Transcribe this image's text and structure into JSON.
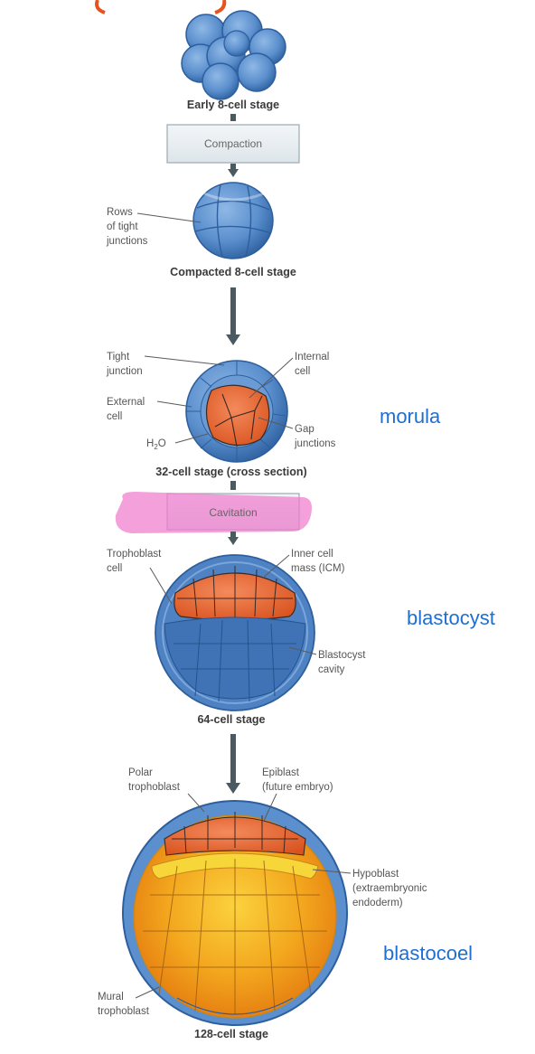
{
  "stages": {
    "early_8": "Early 8-cell stage",
    "compacted_8": "Compacted 8-cell stage",
    "cell_32": "32-cell stage (cross section)",
    "cell_64": "64-cell stage",
    "cell_128": "128-cell stage"
  },
  "processes": {
    "compaction": "Compaction",
    "cavitation": "Cavitation"
  },
  "labels": {
    "rows_tight_junctions": [
      "Rows",
      "of tight",
      "junctions"
    ],
    "tight_junction": [
      "Tight",
      "junction"
    ],
    "external_cell": [
      "External",
      "cell"
    ],
    "water": "H",
    "water_sub": "2",
    "water_tail": "O",
    "internal_cell": [
      "Internal",
      "cell"
    ],
    "gap_junctions": [
      "Gap",
      "junctions"
    ],
    "trophoblast_cell": [
      "Trophoblast",
      "cell"
    ],
    "inner_cell_mass": [
      "Inner cell",
      "mass (ICM)"
    ],
    "blastocyst_cavity": [
      "Blastocyst",
      "cavity"
    ],
    "polar_trophoblast": [
      "Polar",
      "trophoblast"
    ],
    "epiblast": [
      "Epiblast",
      "(future embryo)"
    ],
    "hypoblast": [
      "Hypoblast",
      "(extraembryonic",
      "endoderm)"
    ],
    "mural_trophoblast": [
      "Mural",
      "trophoblast"
    ]
  },
  "notes": {
    "morula": "morula",
    "blastocyst": "blastocyst",
    "blastocoel": "blastocoel"
  },
  "colors": {
    "cell_blue": "#5b8fcd",
    "cell_blue_dark": "#2d5f9e",
    "cell_orange": "#ee6a3c",
    "yolk_yellow": "#f6c32a",
    "yolk_orange": "#f08c1a",
    "highlight_pink": "#f07ccd",
    "note_blue": "#1f6fd0",
    "accent_red": "#e5531e"
  }
}
